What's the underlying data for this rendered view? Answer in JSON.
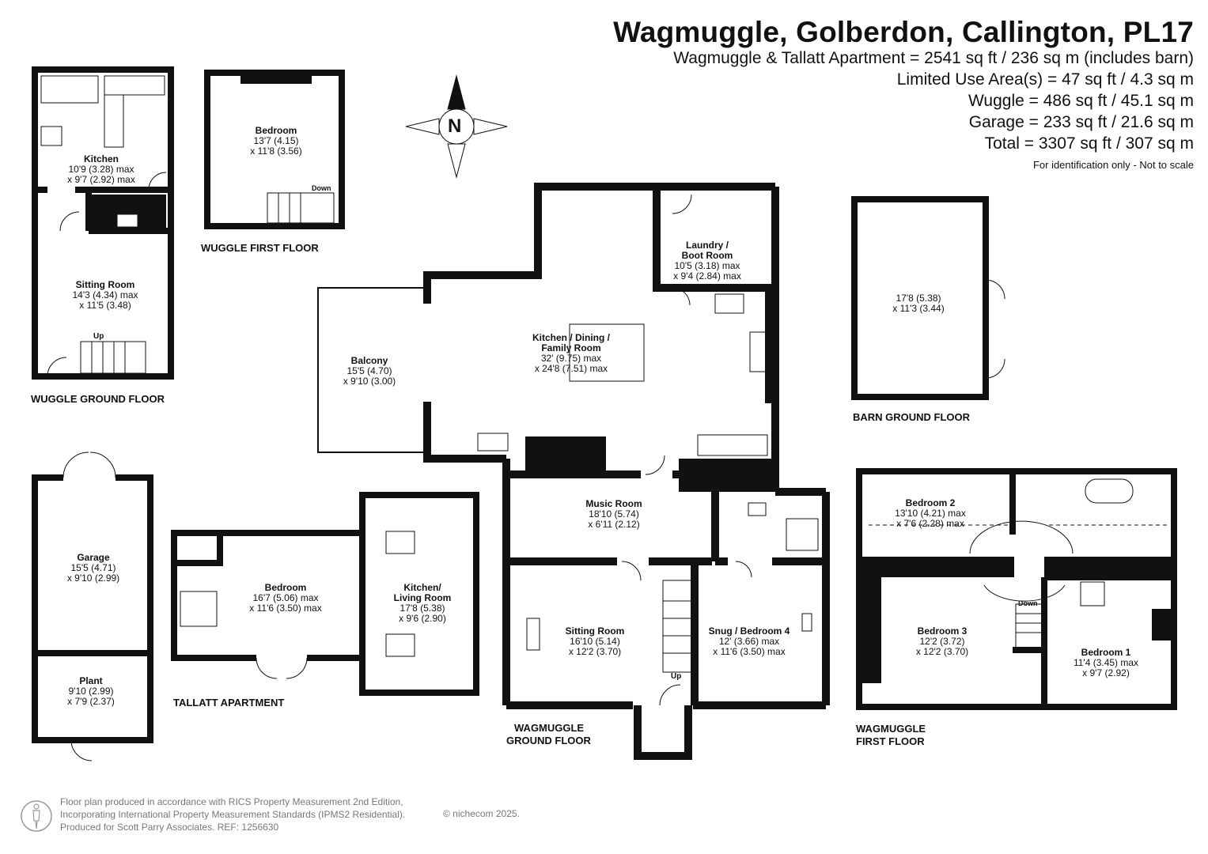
{
  "header": {
    "title": "Wagmuggle, Golberdon, Callington, PL17",
    "areas": [
      "Wagmuggle & Tallatt Apartment = 2541 sq ft / 236 sq m (includes barn)",
      "Limited Use Area(s) = 47 sq ft / 4.3 sq m",
      "Wuggle = 486 sq ft / 45.1 sq m",
      "Garage = 233 sq ft / 21.6 sq m",
      "Total = 3307 sq ft / 307 sq m"
    ],
    "note": "For identification only - Not to scale"
  },
  "compass": {
    "letter": "N"
  },
  "rooms": {
    "wuggle_kitchen": {
      "name": "Kitchen",
      "dim1": "10'9 (3.28) max",
      "dim2": "x 9'7 (2.92) max"
    },
    "wuggle_sitting": {
      "name": "Sitting Room",
      "dim1": "14'3 (4.34) max",
      "dim2": "x 11'5 (3.48)"
    },
    "wuggle_bedroom": {
      "name": "Bedroom",
      "dim1": "13'7 (4.15)",
      "dim2": "x 11'8 (3.56)"
    },
    "balcony": {
      "name": "Balcony",
      "dim1": "15'5 (4.70)",
      "dim2": "x 9'10 (3.00)"
    },
    "kitchen_dining": {
      "name1": "Kitchen / Dining /",
      "name2": "Family Room",
      "dim1": "32' (9.75) max",
      "dim2": "x 24'8 (7.51) max"
    },
    "laundry": {
      "name1": "Laundry /",
      "name2": "Boot Room",
      "dim1": "10'5 (3.18) max",
      "dim2": "x 9'4 (2.84) max"
    },
    "barn": {
      "dim1": "17'8 (5.38)",
      "dim2": "x 11'3 (3.44)"
    },
    "garage": {
      "name": "Garage",
      "dim1": "15'5 (4.71)",
      "dim2": "x 9'10 (2.99)"
    },
    "plant": {
      "name": "Plant",
      "dim1": "9'10 (2.99)",
      "dim2": "x 7'9 (2.37)"
    },
    "tallatt_bedroom": {
      "name": "Bedroom",
      "dim1": "16'7 (5.06) max",
      "dim2": "x 11'6 (3.50) max"
    },
    "tallatt_kitchen": {
      "name1": "Kitchen/",
      "name2": "Living Room",
      "dim1": "17'8 (5.38)",
      "dim2": "x 9'6 (2.90)"
    },
    "music": {
      "name": "Music Room",
      "dim1": "18'10 (5.74)",
      "dim2": "x 6'11 (2.12)"
    },
    "sitting": {
      "name": "Sitting Room",
      "dim1": "16'10 (5.14)",
      "dim2": "x 12'2 (3.70)"
    },
    "snug": {
      "name": "Snug / Bedroom 4",
      "dim1": "12' (3.66) max",
      "dim2": "x 11'6 (3.50) max"
    },
    "bedroom2": {
      "name": "Bedroom 2",
      "dim1": "13'10 (4.21) max",
      "dim2": "x 7'6 (2.28) max"
    },
    "bedroom3": {
      "name": "Bedroom 3",
      "dim1": "12'2 (3.72)",
      "dim2": "x 12'2 (3.70)"
    },
    "bedroom1": {
      "name": "Bedroom 1",
      "dim1": "11'4 (3.45) max",
      "dim2": "x 9'7 (2.92)"
    }
  },
  "stairs": {
    "up": "Up",
    "down": "Down"
  },
  "floors": {
    "wuggle_ground": "WUGGLE GROUND FLOOR",
    "wuggle_first": "WUGGLE FIRST FLOOR",
    "barn_ground": "BARN GROUND FLOOR",
    "tallatt": "TALLATT APARTMENT",
    "wag_ground_1": "WAGMUGGLE",
    "wag_ground_2": "GROUND FLOOR",
    "wag_first_1": "WAGMUGGLE",
    "wag_first_2": "FIRST FLOOR"
  },
  "footer": {
    "lines": [
      "Floor plan produced in accordance with RICS Property Measurement 2nd Edition,",
      "Incorporating International Property Measurement Standards (IPMS2 Residential).",
      "Produced for Scott Parry Associates.   REF: 1256630"
    ],
    "copyright": "© nichecom 2025."
  }
}
